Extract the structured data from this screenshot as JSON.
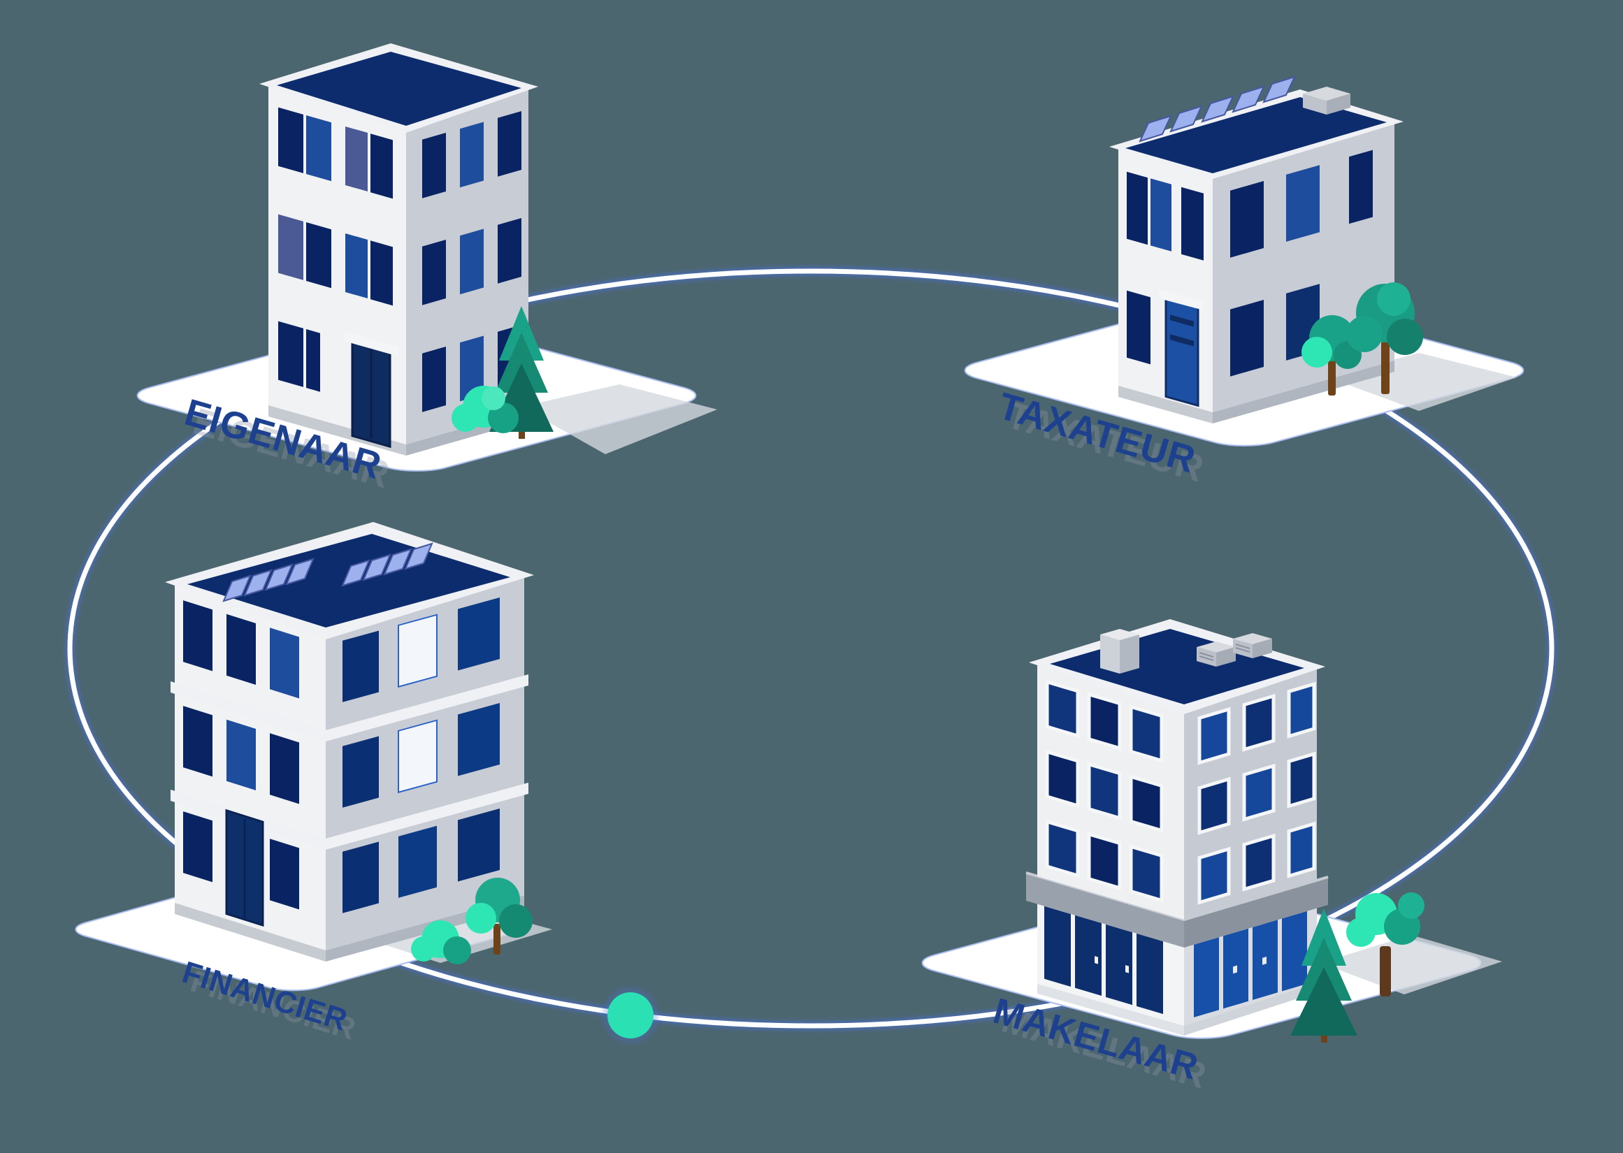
{
  "scene": {
    "type": "isometric-network-diagram",
    "nodes": [
      {
        "id": "eigenaar",
        "label": "EIGENAAR",
        "position": "top-left",
        "features": "3-story office building, pine tree and bush"
      },
      {
        "id": "taxateur",
        "label": "TAXATEUR",
        "position": "top-right",
        "features": "2-story house, rooftop solar panels, two round trees"
      },
      {
        "id": "financier",
        "label": "FINANCIER",
        "position": "bottom-left",
        "features": "3-story building with cornices, two rooftop solar arrays, trees"
      },
      {
        "id": "makelaar",
        "label": "MAKELAAR",
        "position": "bottom-right",
        "features": "4-story building with glass storefront, rooftop chimney and AC units, pine and palm tree"
      }
    ],
    "orbit": {
      "shape": "ellipse connecting the four nodes",
      "marker": "teal dot on the path at lower left"
    }
  },
  "colors": {
    "bg": "#4c6670",
    "orbitLine": "#ffffff",
    "orbitGlow": "#4a6fd8",
    "dot": "#2be0b3",
    "labelText": "#1e418f",
    "labelEcho": "#8d95a3",
    "platform": "#ffffff",
    "platformEdge": "#aabdee",
    "roof": "#0c2c6e",
    "wallLight": "#f1f2f4",
    "wallShade": "#c8ccd4",
    "windowNavy": "#0a2463",
    "windowBlue": "#1d4d9c",
    "treeTeal": "#1aa288",
    "treeMint": "#2ee6b4",
    "trunk": "#6f4319",
    "solarPanel": "#9db1ee",
    "shadow": "#d5d8de"
  }
}
